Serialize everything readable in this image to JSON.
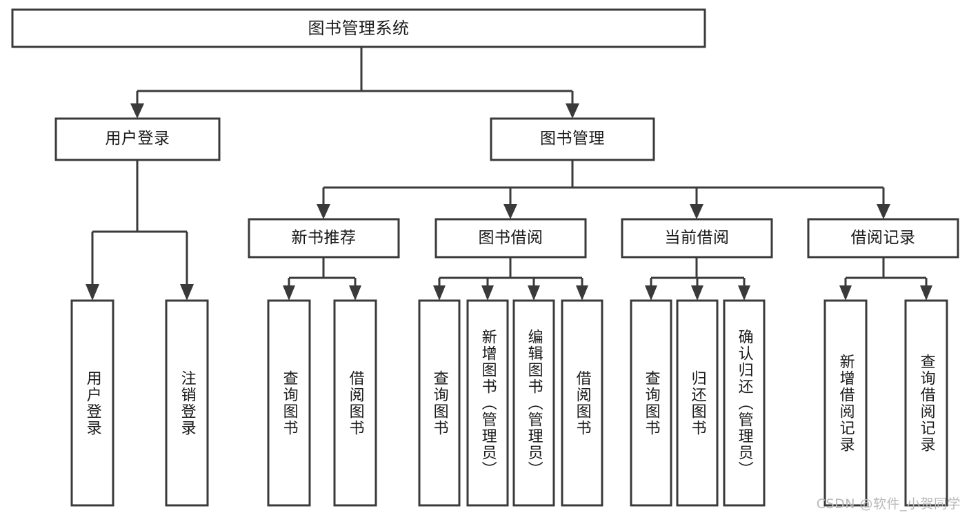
{
  "diagram": {
    "type": "tree-hierarchy",
    "title": "图书管理系统",
    "colors": {
      "stroke": "#3a3a3a",
      "box_fill": "#ffffff",
      "text": "#1a1a1a",
      "background": "#ffffff",
      "watermark": "#b9b9b9"
    },
    "root": {
      "label": "图书管理系统"
    },
    "level2": [
      {
        "label": "用户登录"
      },
      {
        "label": "图书管理"
      }
    ],
    "level3": [
      {
        "label": "新书推荐"
      },
      {
        "label": "图书借阅"
      },
      {
        "label": "当前借阅"
      },
      {
        "label": "借阅记录"
      }
    ],
    "leaves": {
      "user_login": [
        {
          "label": "用户登录"
        },
        {
          "label": "注销登录"
        }
      ],
      "new_book_recommend": [
        {
          "label": "查询图书"
        },
        {
          "label": "借阅图书"
        }
      ],
      "book_borrow": [
        {
          "label": "查询图书"
        },
        {
          "label": "新增图书（管理员）"
        },
        {
          "label": "编辑图书（管理员）"
        },
        {
          "label": "借阅图书"
        }
      ],
      "current_borrow": [
        {
          "label": "查询图书"
        },
        {
          "label": "归还图书"
        },
        {
          "label": "确认归还（管理员）"
        }
      ],
      "borrow_record": [
        {
          "label": "新增借阅记录"
        },
        {
          "label": "查询借阅记录"
        }
      ]
    }
  },
  "watermark": {
    "text": "CSDN @软件_小贺同学"
  }
}
